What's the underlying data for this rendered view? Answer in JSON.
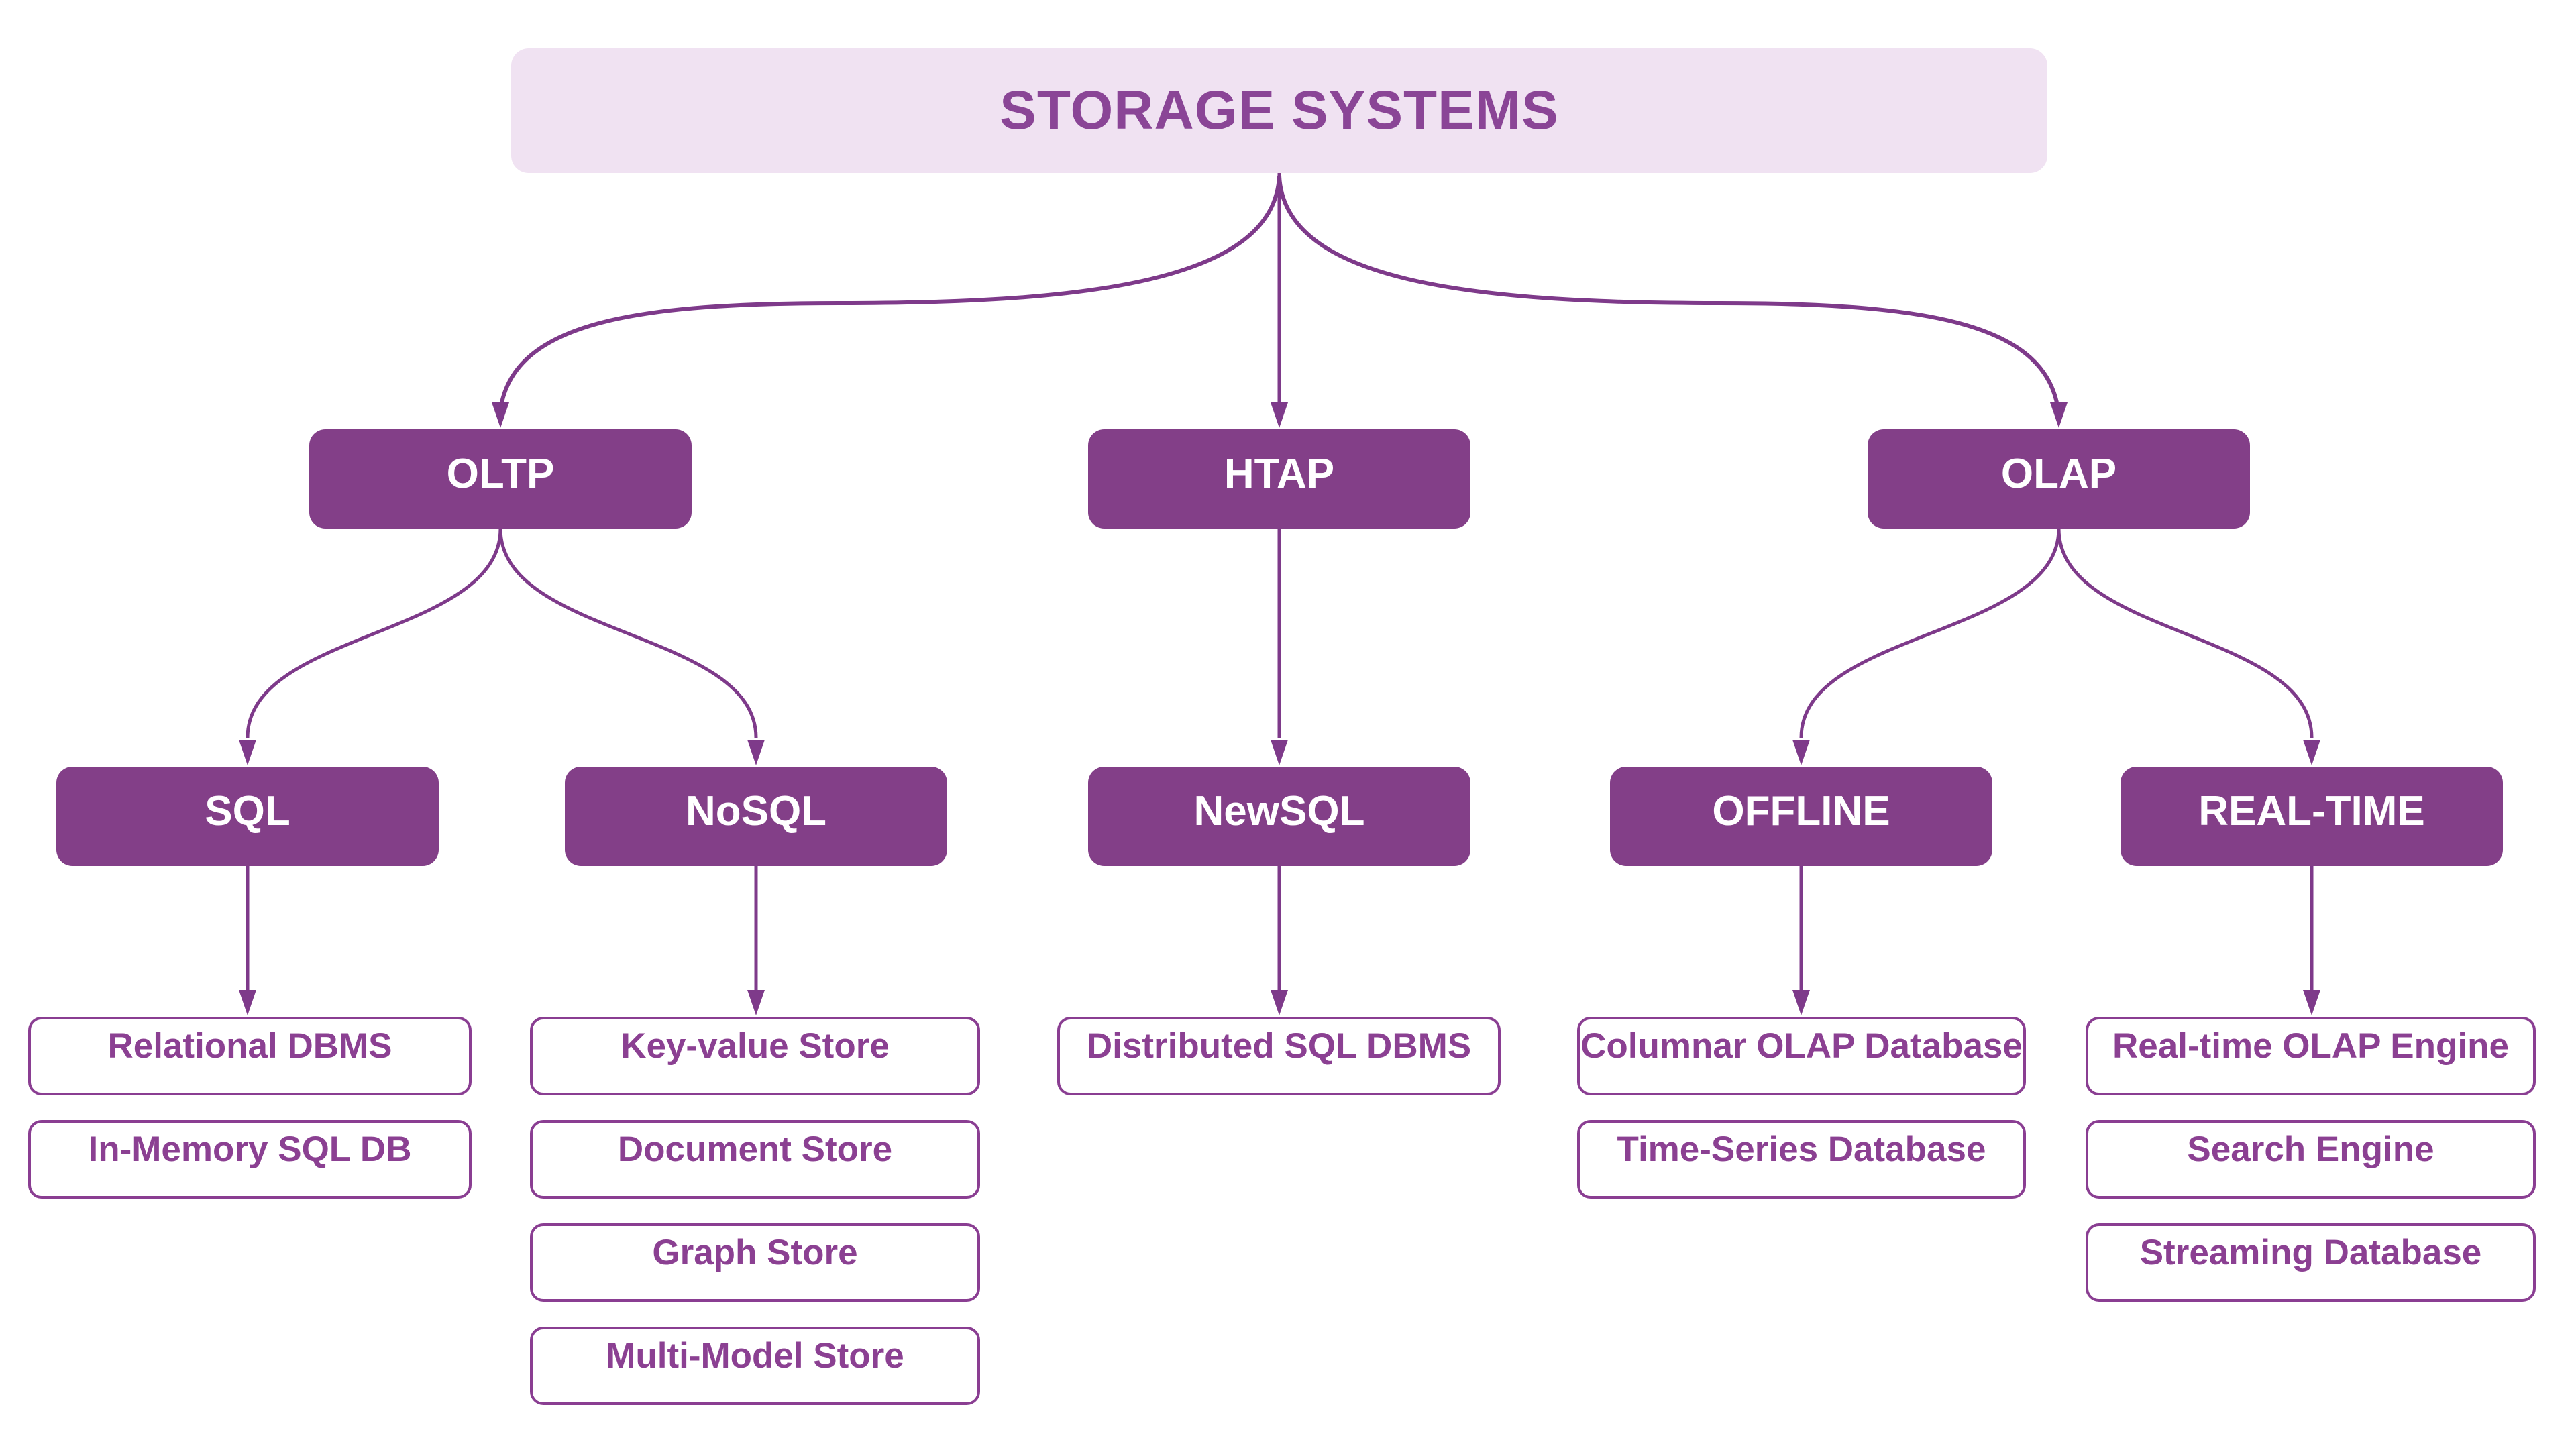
{
  "diagram": {
    "title": "STORAGE SYSTEMS",
    "type": "tree-hierarchy",
    "colors": {
      "background": "#ffffff",
      "title_fill": "#f0e2f2",
      "title_text": "#8a4596",
      "category_fill": "#833f88",
      "category_text": "#ffffff",
      "leaf_border": "#8a3e92",
      "leaf_text": "#8b4092",
      "edge_line": "#7e3a8a"
    }
  },
  "nodes": {
    "root": {
      "label": "STORAGE SYSTEMS"
    },
    "oltp": {
      "label": "OLTP"
    },
    "htap": {
      "label": "HTAP"
    },
    "olap": {
      "label": "OLAP"
    },
    "sql": {
      "label": "SQL"
    },
    "nosql": {
      "label": "NoSQL"
    },
    "newsql": {
      "label": "NewSQL"
    },
    "offline": {
      "label": "OFFLINE"
    },
    "realtime": {
      "label": "REAL-TIME"
    },
    "relational_dbms": {
      "label": "Relational DBMS"
    },
    "inmemory_sql_db": {
      "label": "In-Memory SQL DB"
    },
    "key_value_store": {
      "label": "Key-value Store"
    },
    "document_store": {
      "label": "Document Store"
    },
    "graph_store": {
      "label": "Graph Store"
    },
    "multi_model_store": {
      "label": "Multi-Model Store"
    },
    "distributed_sql_dbms": {
      "label": "Distributed SQL DBMS"
    },
    "columnar_olap_database": {
      "label": "Columnar OLAP Database"
    },
    "time_series_database": {
      "label": "Time-Series Database"
    },
    "realtime_olap_engine": {
      "label": "Real-time OLAP Engine"
    },
    "search_engine": {
      "label": "Search Engine"
    },
    "streaming_database": {
      "label": "Streaming Database"
    }
  },
  "edges": [
    {
      "from": "STORAGE SYSTEMS",
      "to": "OLTP"
    },
    {
      "from": "STORAGE SYSTEMS",
      "to": "HTAP"
    },
    {
      "from": "STORAGE SYSTEMS",
      "to": "OLAP"
    },
    {
      "from": "OLTP",
      "to": "SQL"
    },
    {
      "from": "OLTP",
      "to": "NoSQL"
    },
    {
      "from": "HTAP",
      "to": "NewSQL"
    },
    {
      "from": "OLAP",
      "to": "OFFLINE"
    },
    {
      "from": "OLAP",
      "to": "REAL-TIME"
    },
    {
      "from": "SQL",
      "to": "Relational DBMS"
    },
    {
      "from": "NoSQL",
      "to": "Key-value Store"
    },
    {
      "from": "NewSQL",
      "to": "Distributed SQL DBMS"
    },
    {
      "from": "OFFLINE",
      "to": "Columnar OLAP Database"
    },
    {
      "from": "REAL-TIME",
      "to": "Real-time OLAP Engine"
    }
  ]
}
